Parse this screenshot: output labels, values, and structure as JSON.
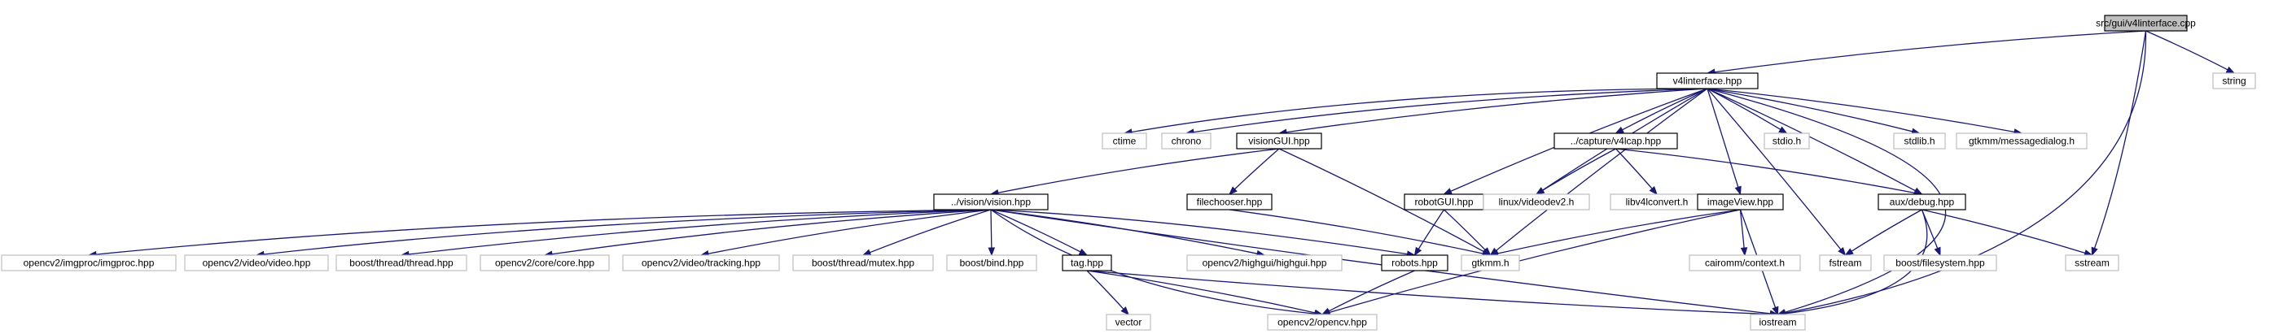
{
  "diagram": {
    "nodes": [
      {
        "id": "root",
        "label": "src/gui/v4linterface.cpp",
        "kind": "root"
      },
      {
        "id": "v4l",
        "label": "v4linterface.hpp",
        "kind": "local"
      },
      {
        "id": "string",
        "label": "string",
        "kind": "ext"
      },
      {
        "id": "ctime",
        "label": "ctime",
        "kind": "ext"
      },
      {
        "id": "chrono",
        "label": "chrono",
        "kind": "ext"
      },
      {
        "id": "visiongui",
        "label": "visionGUI.hpp",
        "kind": "local"
      },
      {
        "id": "v4lcap",
        "label": "../capture/v4lcap.hpp",
        "kind": "local"
      },
      {
        "id": "stdio",
        "label": "stdio.h",
        "kind": "ext"
      },
      {
        "id": "stdlib",
        "label": "stdlib.h",
        "kind": "ext"
      },
      {
        "id": "msgdlg",
        "label": "gtkmm/messagedialog.h",
        "kind": "ext"
      },
      {
        "id": "vision",
        "label": "../vision/vision.hpp",
        "kind": "local"
      },
      {
        "id": "filechooser",
        "label": "filechooser.hpp",
        "kind": "local"
      },
      {
        "id": "robotgui",
        "label": "robotGUI.hpp",
        "kind": "local"
      },
      {
        "id": "videodev",
        "label": "linux/videodev2.h",
        "kind": "ext"
      },
      {
        "id": "libv4l",
        "label": "libv4lconvert.h",
        "kind": "ext"
      },
      {
        "id": "imageview",
        "label": "imageView.hpp",
        "kind": "local"
      },
      {
        "id": "debug",
        "label": "aux/debug.hpp",
        "kind": "local"
      },
      {
        "id": "imgproc",
        "label": "opencv2/imgproc/imgproc.hpp",
        "kind": "ext"
      },
      {
        "id": "video",
        "label": "opencv2/video/video.hpp",
        "kind": "ext"
      },
      {
        "id": "thread",
        "label": "boost/thread/thread.hpp",
        "kind": "ext"
      },
      {
        "id": "core",
        "label": "opencv2/core/core.hpp",
        "kind": "ext"
      },
      {
        "id": "tracking",
        "label": "opencv2/video/tracking.hpp",
        "kind": "ext"
      },
      {
        "id": "mutex",
        "label": "boost/thread/mutex.hpp",
        "kind": "ext"
      },
      {
        "id": "bind",
        "label": "boost/bind.hpp",
        "kind": "ext"
      },
      {
        "id": "tag",
        "label": "tag.hpp",
        "kind": "local"
      },
      {
        "id": "highgui",
        "label": "opencv2/highgui/highgui.hpp",
        "kind": "ext"
      },
      {
        "id": "robots",
        "label": "robots.hpp",
        "kind": "local"
      },
      {
        "id": "gtkmm",
        "label": "gtkmm.h",
        "kind": "ext"
      },
      {
        "id": "cairomm",
        "label": "cairomm/context.h",
        "kind": "ext"
      },
      {
        "id": "fstream",
        "label": "fstream",
        "kind": "ext"
      },
      {
        "id": "bfs",
        "label": "boost/filesystem.hpp",
        "kind": "ext"
      },
      {
        "id": "sstream",
        "label": "sstream",
        "kind": "ext"
      },
      {
        "id": "vector",
        "label": "vector",
        "kind": "ext"
      },
      {
        "id": "opencv",
        "label": "opencv2/opencv.hpp",
        "kind": "ext"
      },
      {
        "id": "iostream",
        "label": "iostream",
        "kind": "ext"
      }
    ],
    "edges": [
      [
        "root",
        "v4l"
      ],
      [
        "root",
        "string"
      ],
      [
        "root",
        "sstream"
      ],
      [
        "root",
        "iostream"
      ],
      [
        "v4l",
        "ctime"
      ],
      [
        "v4l",
        "chrono"
      ],
      [
        "v4l",
        "visiongui"
      ],
      [
        "v4l",
        "v4lcap"
      ],
      [
        "v4l",
        "stdio"
      ],
      [
        "v4l",
        "stdlib"
      ],
      [
        "v4l",
        "msgdlg"
      ],
      [
        "v4l",
        "robotgui"
      ],
      [
        "v4l",
        "videodev"
      ],
      [
        "v4l",
        "imageview"
      ],
      [
        "v4l",
        "debug"
      ],
      [
        "v4l",
        "gtkmm"
      ],
      [
        "v4l",
        "fstream"
      ],
      [
        "v4l",
        "iostream"
      ],
      [
        "visiongui",
        "vision"
      ],
      [
        "visiongui",
        "filechooser"
      ],
      [
        "visiongui",
        "gtkmm"
      ],
      [
        "v4lcap",
        "videodev"
      ],
      [
        "v4lcap",
        "libv4l"
      ],
      [
        "v4lcap",
        "debug"
      ],
      [
        "filechooser",
        "gtkmm"
      ],
      [
        "vision",
        "imgproc"
      ],
      [
        "vision",
        "video"
      ],
      [
        "vision",
        "thread"
      ],
      [
        "vision",
        "core"
      ],
      [
        "vision",
        "tracking"
      ],
      [
        "vision",
        "mutex"
      ],
      [
        "vision",
        "bind"
      ],
      [
        "vision",
        "tag"
      ],
      [
        "vision",
        "highgui"
      ],
      [
        "vision",
        "robots"
      ],
      [
        "vision",
        "opencv"
      ],
      [
        "vision",
        "iostream"
      ],
      [
        "robotgui",
        "robots"
      ],
      [
        "robotgui",
        "gtkmm"
      ],
      [
        "imageview",
        "gtkmm"
      ],
      [
        "imageview",
        "cairomm"
      ],
      [
        "imageview",
        "opencv"
      ],
      [
        "imageview",
        "iostream"
      ],
      [
        "debug",
        "fstream"
      ],
      [
        "debug",
        "bfs"
      ],
      [
        "debug",
        "sstream"
      ],
      [
        "debug",
        "iostream"
      ],
      [
        "tag",
        "vector"
      ],
      [
        "tag",
        "opencv"
      ],
      [
        "tag",
        "iostream"
      ],
      [
        "robots",
        "opencv"
      ]
    ]
  }
}
